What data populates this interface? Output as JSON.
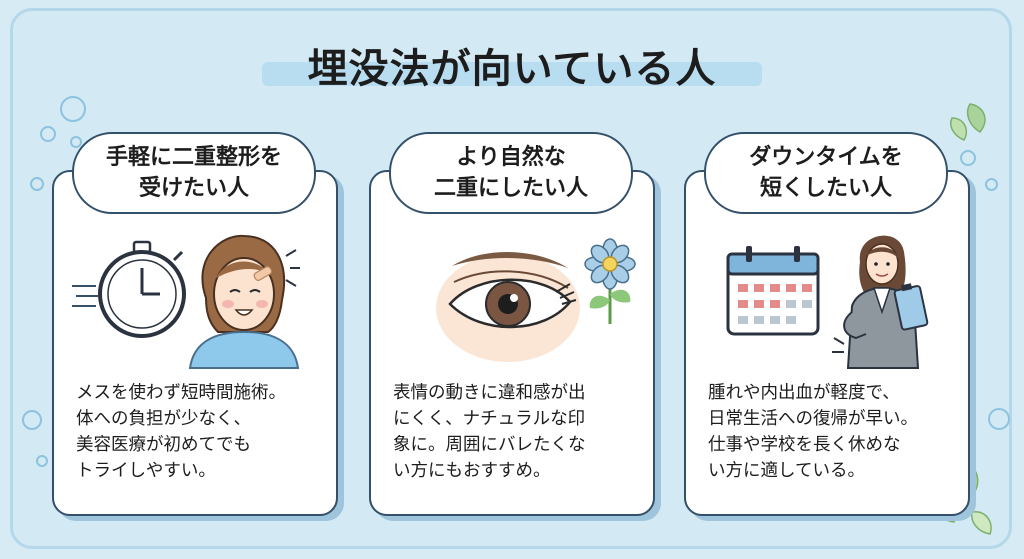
{
  "title": "埋没法が向いている人",
  "cards": [
    {
      "label_lines": [
        "手軽に二重整形を",
        "受けたい人"
      ],
      "desc_lines": [
        "メスを使わず短時間施術。",
        "体への負担が少なく、",
        "美容医療が初めてでも",
        "トライしやすい。"
      ],
      "illustration": "stopwatch-and-smiling-woman-icon"
    },
    {
      "label_lines": [
        "より自然な",
        "二重にしたい人"
      ],
      "desc_lines": [
        "表情の動きに違和感が出",
        "にくく、ナチュラルな印",
        "象に。周囲にバレたくな",
        "い方にもおすすめ。"
      ],
      "illustration": "eye-and-flower-icon"
    },
    {
      "label_lines": [
        "ダウンタイムを",
        "短くしたい人"
      ],
      "desc_lines": [
        "腫れや内出血が軽度で、",
        "日常生活への復帰が早い。",
        "仕事や学校を長く休めな",
        "い方に適している。"
      ],
      "illustration": "calendar-and-businesswoman-icon"
    }
  ],
  "colors": {
    "background": "#d3e9f3",
    "border": "#34506a",
    "accent": "#b9ddf0"
  }
}
